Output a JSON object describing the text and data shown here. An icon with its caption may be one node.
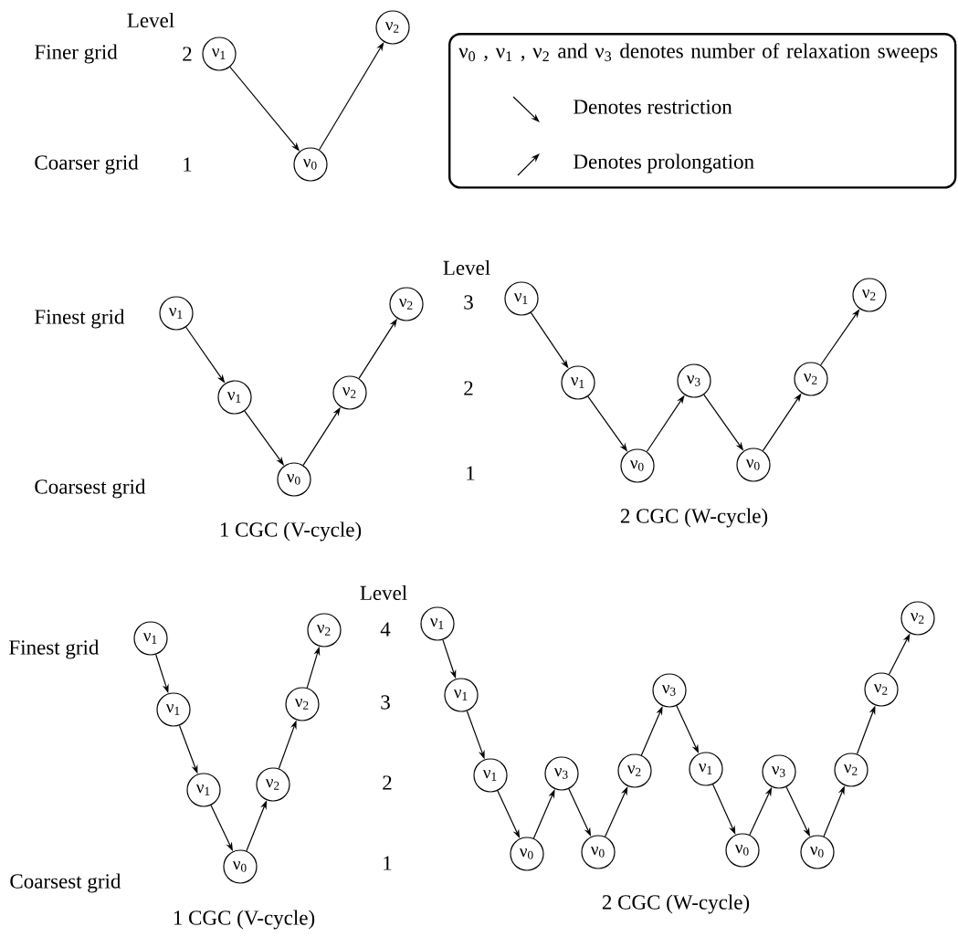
{
  "diagram": {
    "nodes": [
      {
        "text": [
          "ν$_{1}$"
        ]
      },
      {
        "text": [
          "ν$_{0}$"
        ]
      },
      {
        "text": [
          "ν$_{2}$"
        ]
      },
      {
        "text": [
          "ν$_{0}$ , ν$_{1}$ , ν$_{2}$ and ν$_{3}$ denotes number of relaxation sweeps"
        ]
      },
      {
        "text": [
          "ν$_{1}$"
        ]
      },
      {
        "text": [
          "ν$_{1}$"
        ]
      },
      {
        "text": [
          "ν$_{0}$"
        ]
      },
      {
        "text": [
          "ν$_{2}$"
        ]
      },
      {
        "text": [
          "ν$_{2}$"
        ]
      },
      {
        "text": [
          "ν$_{1}$"
        ]
      },
      {
        "text": [
          "ν$_{1}$"
        ]
      },
      {
        "text": [
          "ν$_{0}$"
        ]
      },
      {
        "text": [
          "ν$_{3}$"
        ]
      },
      {
        "text": [
          "ν$_{0}$"
        ]
      },
      {
        "text": [
          "ν$_{2}$"
        ]
      },
      {
        "text": [
          "ν$_{2}$"
        ]
      },
      {
        "text": [
          "ν$_{1}$"
        ]
      },
      {
        "text": [
          "ν$_{1}$"
        ]
      },
      {
        "text": [
          "ν$_{1}$"
        ]
      },
      {
        "text": [
          "ν$_{0}$"
        ]
      },
      {
        "text": [
          "ν$_{2}$"
        ]
      },
      {
        "text": [
          "ν$_{2}$"
        ]
      },
      {
        "text": [
          "ν$_{2}$"
        ]
      },
      {
        "text": [
          "ν$_{1}$"
        ]
      },
      {
        "text": [
          "ν$_{1}$"
        ]
      },
      {
        "text": [
          "ν$_{1}$"
        ]
      },
      {
        "text": [
          "ν$_{0}$"
        ]
      },
      {
        "text": [
          "ν$_{3}$"
        ]
      },
      {
        "text": [
          "ν$_{0}$"
        ]
      },
      {
        "text": [
          "ν$_{2}$"
        ]
      },
      {
        "text": [
          "ν$_{3}$"
        ]
      },
      {
        "text": [
          "ν$_{1}$"
        ]
      },
      {
        "text": [
          "ν$_{0}$"
        ]
      },
      {
        "text": [
          "ν$_{3}$"
        ]
      },
      {
        "text": [
          "ν$_{0}$"
        ]
      },
      {
        "text": [
          "ν$_{2}$"
        ]
      },
      {
        "text": [
          "ν$_{2}$"
        ]
      },
      {
        "text": [
          "ν$_{2}$"
        ]
      }
    ],
    "edges": [
      {
        "from": 0,
        "to": 1,
        "arrow": "to"
      },
      {
        "from": 1,
        "to": 2,
        "arrow": "to"
      },
      {
        "from": 4,
        "to": 5,
        "arrow": "to"
      },
      {
        "from": 5,
        "to": 6,
        "arrow": "to"
      },
      {
        "from": 6,
        "to": 7,
        "arrow": "to"
      },
      {
        "from": 7,
        "to": 8,
        "arrow": "to"
      },
      {
        "from": 9,
        "to": 10,
        "arrow": "to"
      },
      {
        "from": 10,
        "to": 11,
        "arrow": "to"
      },
      {
        "from": 11,
        "to": 12,
        "arrow": "to"
      },
      {
        "from": 12,
        "to": 13,
        "arrow": "to"
      },
      {
        "from": 13,
        "to": 14,
        "arrow": "to"
      },
      {
        "from": 14,
        "to": 15,
        "arrow": "to"
      },
      {
        "from": 16,
        "to": 17,
        "arrow": "to"
      },
      {
        "from": 17,
        "to": 18,
        "arrow": "to"
      },
      {
        "from": 18,
        "to": 19,
        "arrow": "to"
      },
      {
        "from": 19,
        "to": 20,
        "arrow": "to"
      },
      {
        "from": 20,
        "to": 21,
        "arrow": "to"
      },
      {
        "from": 21,
        "to": 22,
        "arrow": "to"
      },
      {
        "from": 23,
        "to": 24,
        "arrow": "to"
      },
      {
        "from": 24,
        "to": 25,
        "arrow": "to"
      },
      {
        "from": 25,
        "to": 26,
        "arrow": "to"
      },
      {
        "from": 26,
        "to": 27,
        "arrow": "to"
      },
      {
        "from": 27,
        "to": 28,
        "arrow": "to"
      },
      {
        "from": 28,
        "to": 29,
        "arrow": "to"
      },
      {
        "from": 29,
        "to": 30,
        "arrow": "to"
      },
      {
        "from": 30,
        "to": 31,
        "arrow": "to"
      },
      {
        "from": 31,
        "to": 32,
        "arrow": "to"
      },
      {
        "from": 32,
        "to": 33,
        "arrow": "to"
      },
      {
        "from": 33,
        "to": 34,
        "arrow": "to"
      },
      {
        "from": 34,
        "to": 35,
        "arrow": "to"
      },
      {
        "from": 35,
        "to": 36,
        "arrow": "to"
      },
      {
        "from": 36,
        "to": 37,
        "arrow": "to"
      }
    ],
    "labels": [
      "Level",
      "Finer grid",
      "2",
      "Coarser grid",
      "1",
      "Level",
      "Finest grid",
      "3",
      "2",
      "Coarsest grid",
      "1",
      "1 CGC (V-cycle)",
      "2 CGC (W-cycle)",
      "Level",
      "4",
      "Finest grid",
      "3",
      "2",
      "1",
      "Coarsest grid",
      "2 CGC (W-cycle)",
      "1 CGC (V-cycle)"
    ],
    "legend": [
      {
        "text": "Denotes restriction"
      },
      {
        "text": "Denotes prolongation"
      }
    ]
  }
}
